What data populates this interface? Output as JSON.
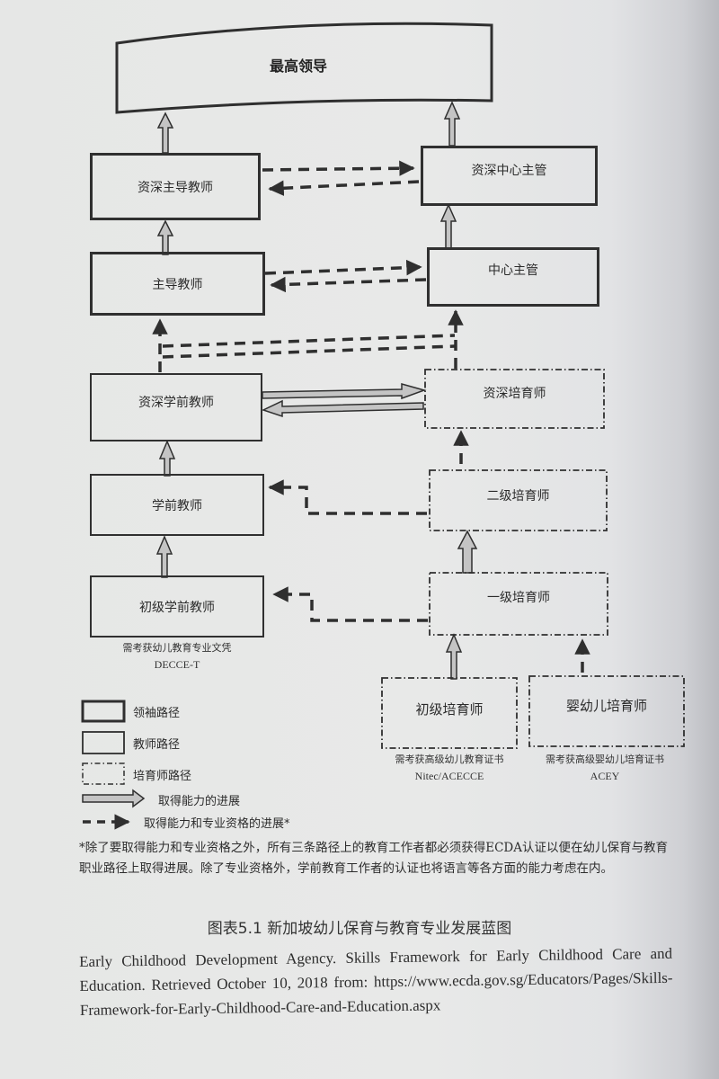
{
  "diagram": {
    "top": {
      "label": "最高领导"
    },
    "leadership": [
      {
        "id": "senior-lead-teacher",
        "label": "资深主导教师"
      },
      {
        "id": "lead-teacher",
        "label": "主导教师"
      },
      {
        "id": "senior-centre-leader",
        "label": "资深中心主管"
      },
      {
        "id": "centre-leader",
        "label": "中心主管"
      }
    ],
    "teacher_track": [
      {
        "id": "senior-preschool-teacher",
        "label": "资深学前教师"
      },
      {
        "id": "preschool-teacher",
        "label": "学前教师"
      },
      {
        "id": "beginning-preschool-teacher",
        "label": "初级学前教师"
      }
    ],
    "educarer_track": [
      {
        "id": "senior-educarer",
        "label": "资深培育师"
      },
      {
        "id": "educarer-2",
        "label": "二级培育师"
      },
      {
        "id": "educarer-1",
        "label": "一级培育师"
      },
      {
        "id": "beginning-educarer",
        "label": "初级培育师"
      },
      {
        "id": "infant-educarer",
        "label": "婴幼儿培育师"
      }
    ],
    "requirements": {
      "teacher": {
        "text": "需考获幼儿教育专业文凭",
        "code": "DECCE-T"
      },
      "beginning_educarer": {
        "text": "需考获高级幼儿教育证书",
        "code": "Nitec/ACECCE"
      },
      "infant_educarer": {
        "text": "需考获高级婴幼儿培育证书",
        "code": "ACEY"
      }
    }
  },
  "legend": [
    {
      "type": "leader-box",
      "label": "领袖路径"
    },
    {
      "type": "teacher-box",
      "label": "教师路径"
    },
    {
      "type": "educarer-box",
      "label": "培育师路径"
    },
    {
      "type": "solid-arrow",
      "label": "取得能力的进展"
    },
    {
      "type": "dashed-arrow",
      "label": "取得能力和专业资格的进展*"
    }
  ],
  "footnote": "*除了要取得能力和专业资格之外，所有三条路径上的教育工作者都必须获得ECDA认证以便在幼儿保育与教育职业路径上取得进展。除了专业资格外，学前教育工作者的认证也将语言等各方面的能力考虑在内。",
  "caption": "图表5.1  新加坡幼儿保育与教育专业发展蓝图",
  "source": "Early Childhood Development Agency. Skills Framework for Early Childhood Care and Education. Retrieved October 10, 2018 from: https://www.ecda.gov.sg/Educators/Pages/Skills-Framework-for-Early-Childhood-Care-and-Education.aspx",
  "colors": {
    "paper": "#e7e8e7",
    "stroke": "#2f2f2f",
    "arrow_fill": "#c4c4c4"
  }
}
